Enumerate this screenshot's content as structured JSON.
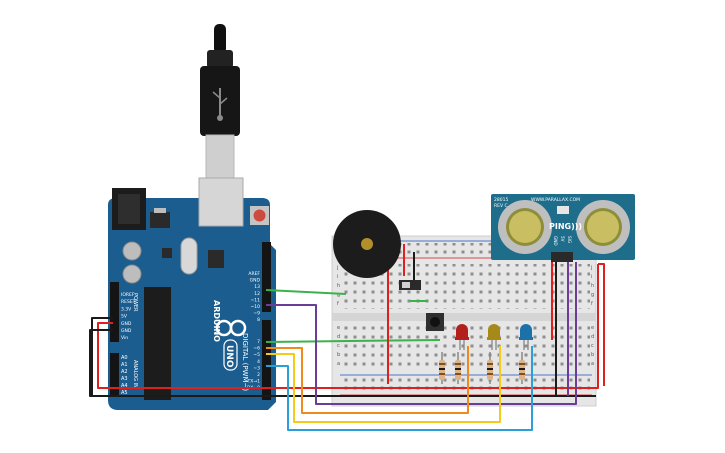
{
  "arduino": {
    "brand": "ARDUINO",
    "model": "UNO",
    "digital_header": "DIGITAL (PWM~)",
    "power_header": "POWER",
    "analog_header": "ANALOG IN",
    "power_pins": [
      "IOREF",
      "RESET",
      "3.3V",
      "5V",
      "GND",
      "GND",
      "Vin"
    ],
    "analog_pins": [
      "A0",
      "A1",
      "A2",
      "A3",
      "A4",
      "A5"
    ],
    "digital_pins": [
      "AREF",
      "GND",
      "13",
      "12",
      "~11",
      "~10",
      "~9",
      "8",
      "7",
      "~6",
      "~5",
      "4",
      "~3",
      "2",
      "TX→1",
      "RX←0"
    ]
  },
  "sensor": {
    "name": "PING)))",
    "code": "28015",
    "rev": "REV C",
    "site": "WWW.PARALLAX.COM",
    "pins": [
      "GND",
      "5V",
      "SIG"
    ]
  },
  "breadboard": {
    "row_letters_top": [
      "j",
      "i",
      "h",
      "g",
      "f"
    ],
    "row_letters_bottom": [
      "e",
      "d",
      "c",
      "b",
      "a"
    ]
  },
  "leds": [
    {
      "name": "red",
      "color": "#b3201c"
    },
    {
      "name": "yellow",
      "color": "#a7891a"
    },
    {
      "name": "blue",
      "color": "#1c72a8"
    }
  ],
  "colors": {
    "board": "#1b5d8f",
    "wire_red": "#e01f1f",
    "wire_black": "#1a1a1a",
    "wire_green": "#3bb24a",
    "wire_purple": "#6a3d99",
    "wire_orange": "#ef8a1c",
    "wire_yellow": "#f4cb1a",
    "wire_blue": "#2b9fd8",
    "sensor": "#1e6d8b"
  }
}
